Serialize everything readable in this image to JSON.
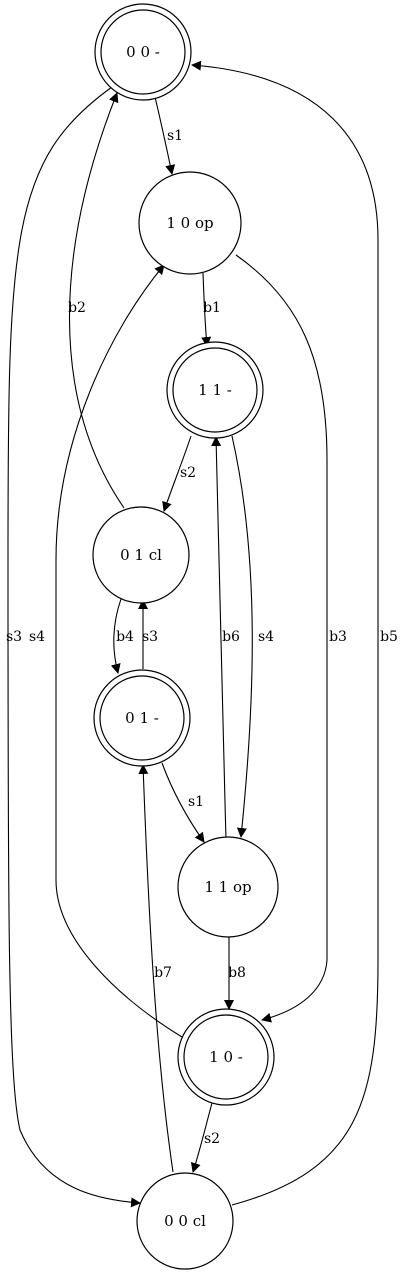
{
  "diagram": {
    "type": "state-machine",
    "stroke_color": "#000000",
    "background_color": "#ffffff",
    "nodes": [
      {
        "id": "n00",
        "label": "0 0  -",
        "accepting": true
      },
      {
        "id": "n10op",
        "label": "1 0  op",
        "accepting": false
      },
      {
        "id": "n11",
        "label": "1 1  -",
        "accepting": true
      },
      {
        "id": "n01cl",
        "label": "0 1  cl",
        "accepting": false
      },
      {
        "id": "n01",
        "label": "0 1  -",
        "accepting": true
      },
      {
        "id": "n11op",
        "label": "1 1  op",
        "accepting": false
      },
      {
        "id": "n10",
        "label": "1 0  -",
        "accepting": true
      },
      {
        "id": "n00cl",
        "label": "0 0  cl",
        "accepting": false
      }
    ],
    "edges": [
      {
        "id": "e1",
        "from": "n00",
        "to": "n10op",
        "label": "s1"
      },
      {
        "id": "e2",
        "from": "n00",
        "to": "n00cl",
        "label": "s3"
      },
      {
        "id": "e3",
        "from": "n10op",
        "to": "n11",
        "label": "b1"
      },
      {
        "id": "e4",
        "from": "n10op",
        "to": "n10",
        "label": "b3"
      },
      {
        "id": "e5",
        "from": "n11",
        "to": "n01cl",
        "label": "s2"
      },
      {
        "id": "e6",
        "from": "n11",
        "to": "n11op",
        "label": "s4"
      },
      {
        "id": "e7",
        "from": "n01cl",
        "to": "n00",
        "label": "b2"
      },
      {
        "id": "e8",
        "from": "n01cl",
        "to": "n01",
        "label": "b4"
      },
      {
        "id": "e9",
        "from": "n01",
        "to": "n01cl",
        "label": "s3"
      },
      {
        "id": "e10",
        "from": "n01",
        "to": "n11op",
        "label": "s1"
      },
      {
        "id": "e11",
        "from": "n11op",
        "to": "n11",
        "label": "b6"
      },
      {
        "id": "e12",
        "from": "n11op",
        "to": "n10",
        "label": "b8"
      },
      {
        "id": "e13",
        "from": "n10",
        "to": "n10op",
        "label": "s4"
      },
      {
        "id": "e14",
        "from": "n10",
        "to": "n00cl",
        "label": "s2"
      },
      {
        "id": "e15",
        "from": "n00cl",
        "to": "n01",
        "label": "b7"
      },
      {
        "id": "e16",
        "from": "n00cl",
        "to": "n00",
        "label": "b5"
      }
    ]
  }
}
